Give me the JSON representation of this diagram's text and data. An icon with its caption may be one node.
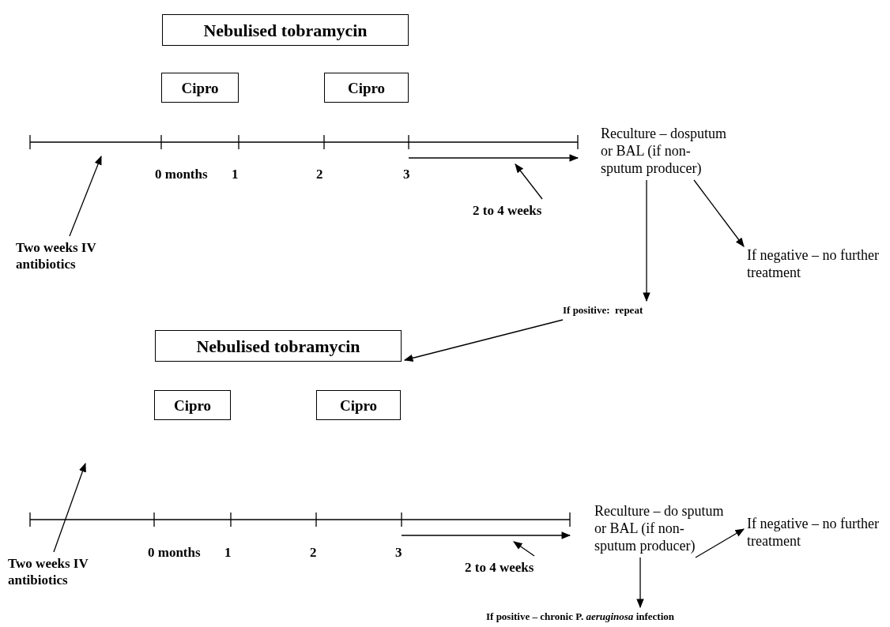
{
  "diagram": {
    "nodes": [
      {
        "text": [
          "Nebulised tobramycin"
        ]
      },
      {
        "text": [
          "Cipro"
        ]
      },
      {
        "text": [
          "Cipro"
        ]
      },
      {
        "text": [
          "Reculture – dosputum or BAL (if non-sputum producer)"
        ]
      },
      {
        "text": [
          "2 to 4 weeks"
        ]
      },
      {
        "text": [
          "Two weeks IV antibiotics"
        ]
      },
      {
        "text": [
          "If negative – no further treatment"
        ]
      },
      {
        "text": [
          "If positive:  repeat"
        ]
      },
      {
        "text": [
          "Nebulised tobramycin"
        ]
      },
      {
        "text": [
          "Cipro"
        ]
      },
      {
        "text": [
          "Cipro"
        ]
      },
      {
        "text": [
          "Reculture – do sputum or BAL (if non-sputum producer)"
        ]
      },
      {
        "text": [
          "2 to 4 weeks"
        ]
      },
      {
        "text": [
          "Two weeks IV antibiotics"
        ]
      },
      {
        "text": [
          "If negative – no further treatment"
        ]
      },
      {
        "text": [
          "If positive – chronic P. *aeruginosa* infection"
        ]
      }
    ],
    "edges": [
      {
        "from": 4,
        "to": null,
        "arrow": "to"
      },
      {
        "from": 5,
        "to": null,
        "arrow": "to"
      },
      {
        "from": 3,
        "to": 6,
        "arrow": "to"
      },
      {
        "from": 3,
        "to": 7,
        "arrow": "to"
      },
      {
        "from": 7,
        "to": 8,
        "arrow": "to"
      },
      {
        "from": 12,
        "to": null,
        "arrow": "to"
      },
      {
        "from": 13,
        "to": null,
        "arrow": "to"
      },
      {
        "from": 11,
        "to": 14,
        "arrow": "to"
      },
      {
        "from": 11,
        "to": 15,
        "arrow": "to"
      }
    ],
    "labels": [
      "0 months",
      "1",
      "2",
      "3",
      "0 months",
      "1",
      "2",
      "3"
    ]
  }
}
